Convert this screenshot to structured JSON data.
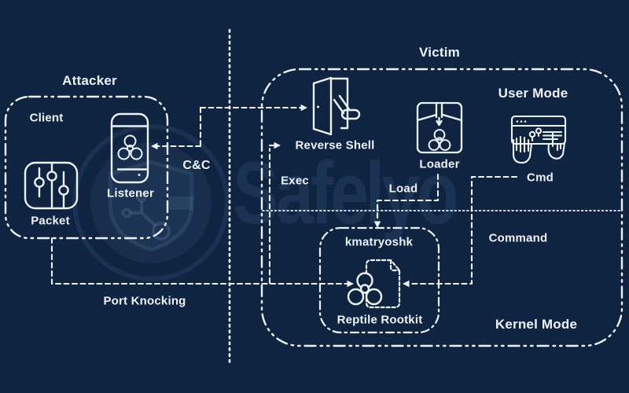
{
  "colors": {
    "background": "#0e2441",
    "stroke": "#edf3fa",
    "watermark": "#2a4a70"
  },
  "watermark": {
    "brand": "Safelyo",
    "logo": "shield-circuit-logo"
  },
  "attacker": {
    "title": "Attacker",
    "box_label": "Client",
    "listener": {
      "label": "Listener",
      "icon": "smartphone-biohazard-icon"
    },
    "packet": {
      "label": "Packet",
      "icon": "packet-sliders-icon"
    }
  },
  "victim": {
    "title": "Victim",
    "user_mode_label": "User Mode",
    "kernel_mode_label": "Kernel Mode",
    "reverse_shell": {
      "label": "Reverse Shell",
      "icon": "open-door-icon"
    },
    "loader": {
      "label": "Loader",
      "icon": "package-biohazard-icon"
    },
    "cmd": {
      "label": "Cmd",
      "icon": "terminal-hands-icon"
    },
    "kernel_module": {
      "name": "kmatryoshk",
      "rootkit_label": "Reptile Rootkit",
      "icon": "malware-file-biohazard-icon"
    }
  },
  "connections": {
    "cnc": "C&C",
    "exec": "Exec",
    "load": "Load",
    "command": "Command",
    "port_knocking": "Port Knocking"
  }
}
